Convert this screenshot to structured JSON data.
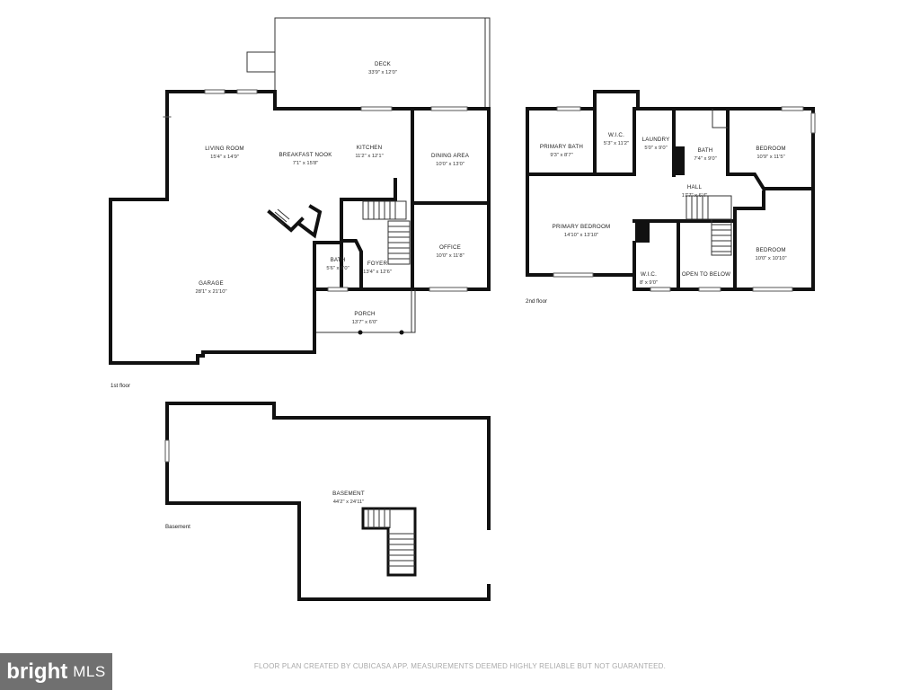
{
  "floors": {
    "first": "1st floor",
    "second": "2nd floor",
    "basement": "Basement"
  },
  "rooms": {
    "deck": {
      "name": "DECK",
      "dim": "33'9\" x 12'0\""
    },
    "living_room": {
      "name": "LIVING ROOM",
      "dim": "15'4\" x 14'9\""
    },
    "breakfast_nook": {
      "name": "BREAKFAST NOOK",
      "dim": "7'1\" x 15'8\""
    },
    "kitchen": {
      "name": "KITCHEN",
      "dim": "11'2\" x 12'1\""
    },
    "dining_area": {
      "name": "DINING AREA",
      "dim": "10'0\" x 13'0\""
    },
    "garage": {
      "name": "GARAGE",
      "dim": "28'1\" x 21'10\""
    },
    "bath_1": {
      "name": "BATH",
      "dim": "5'6\" x 8'0\""
    },
    "foyer": {
      "name": "FOYER",
      "dim": "13'4\" x 12'6\""
    },
    "office": {
      "name": "OFFICE",
      "dim": "10'0\" x 11'8\""
    },
    "porch": {
      "name": "PORCH",
      "dim": "13'7\" x 6'0\""
    },
    "primary_bath": {
      "name": "PRIMARY BATH",
      "dim": "9'3\" x 8'7\""
    },
    "wic_1": {
      "name": "W.I.C.",
      "dim": "5'3\" x 11'2\""
    },
    "laundry": {
      "name": "LAUNDRY",
      "dim": "5'0\" x 9'0\""
    },
    "bath_2": {
      "name": "BATH",
      "dim": "7'4\" x 9'0\""
    },
    "bedroom_1": {
      "name": "BEDROOM",
      "dim": "10'9\" x 11'5\""
    },
    "hall": {
      "name": "HALL",
      "dim": "17'7\" x 6'4\""
    },
    "primary_bedroom": {
      "name": "PRIMARY BEDROOM",
      "dim": "14'10\" x 13'10\""
    },
    "bedroom_2": {
      "name": "BEDROOM",
      "dim": "10'0\" x 10'10\""
    },
    "wic_2": {
      "name": "W.I.C.",
      "dim": "8' x 9'0\""
    },
    "open_to_below": {
      "name": "OPEN TO BELOW"
    },
    "basement": {
      "name": "BASEMENT",
      "dim": "44'2\" x 24'11\""
    }
  },
  "logo": {
    "brand": "bright",
    "suffix": "MLS"
  },
  "disclaimer": "FLOOR PLAN CREATED BY CUBICASA APP. MEASUREMENTS DEEMED HIGHLY RELIABLE BUT NOT GUARANTEED."
}
